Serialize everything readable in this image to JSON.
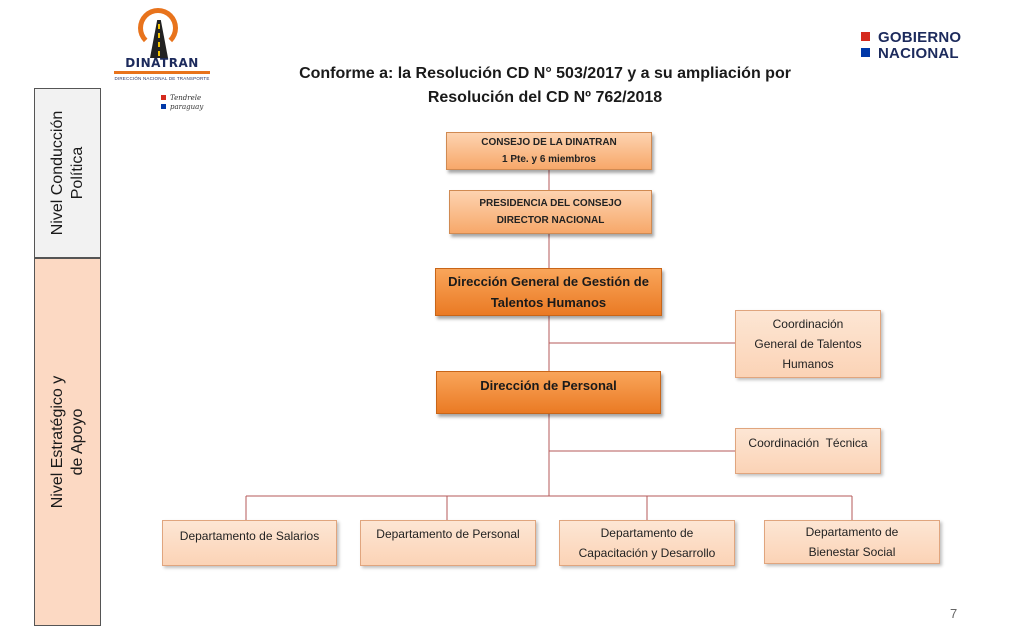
{
  "header": {
    "logo_dinatran": {
      "word": "DINATRAN",
      "subtitle": "DIRECCIÓN NACIONAL DE TRANSPORTE",
      "slogan_line1": "Tendrele",
      "slogan_line2": "paraguay"
    },
    "logo_gobierno": {
      "line1": "GOBIERNO",
      "line2": "NACIONAL"
    },
    "title_line1": "Conforme a: la Resolución CD N° 503/2017 y a su ampliación por",
    "title_line2": "Resolución del CD Nº 762/2018"
  },
  "levels": {
    "level1": {
      "line1": "Nivel Conducción",
      "line2": "Política"
    },
    "level2": {
      "line1": "Nivel Estratégico y",
      "line2": "de Apoyo"
    }
  },
  "org": {
    "consejo": {
      "line1": "CONSEJO DE LA DINATRAN",
      "line2": "1 Pte. y 6 miembros"
    },
    "presidencia": {
      "line1": "PRESIDENCIA DEL CONSEJO",
      "line2": "DIRECTOR NACIONAL"
    },
    "direccion_general": {
      "line1": "Dirección General de Gestión de",
      "line2": "Talentos Humanos"
    },
    "coordinacion_general": {
      "line1": "Coordinación",
      "line2": "General de Talentos",
      "line3": "Humanos"
    },
    "direccion_personal": {
      "line1": "Dirección de Personal"
    },
    "coordinacion_tecnica": {
      "line1": "Coordinación  Técnica"
    },
    "departments": [
      {
        "line1": "Departamento de Salarios"
      },
      {
        "line1": "Departamento de Personal"
      },
      {
        "line1": "Departamento de",
        "line2": "Capacitación y Desarrollo"
      },
      {
        "line1": "Departamento de",
        "line2": "Bienestar Social"
      }
    ]
  },
  "colors": {
    "main_box": "#ea7a24",
    "light_box": "#fbd3b6",
    "connector": "#b55a5a",
    "level1_bg": "#f2f2f2",
    "level2_bg": "#fcd9c3"
  },
  "footer": {
    "page_number": "7"
  }
}
